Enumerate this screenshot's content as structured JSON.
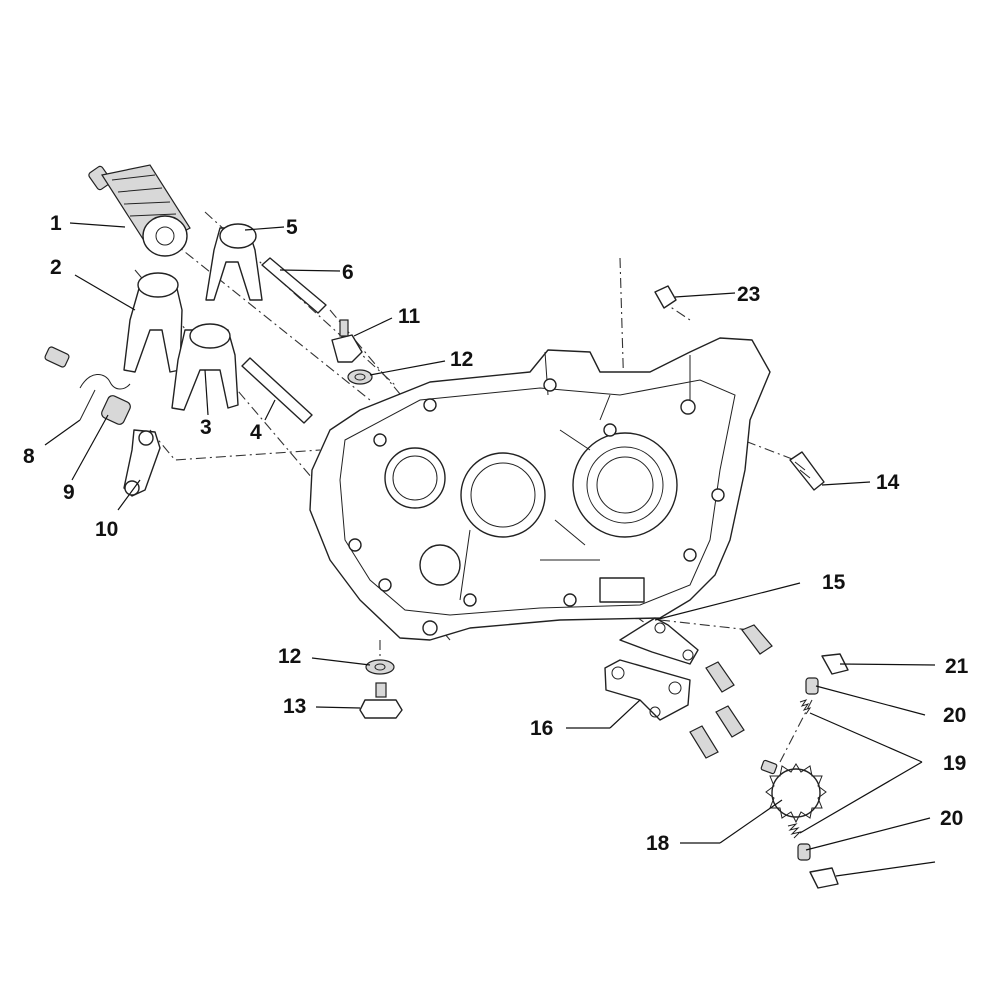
{
  "callouts": [
    {
      "id": "c1",
      "label": "1"
    },
    {
      "id": "c2",
      "label": "2"
    },
    {
      "id": "c3",
      "label": "3"
    },
    {
      "id": "c4",
      "label": "4"
    },
    {
      "id": "c5",
      "label": "5"
    },
    {
      "id": "c6",
      "label": "6"
    },
    {
      "id": "c8",
      "label": "8"
    },
    {
      "id": "c9",
      "label": "9"
    },
    {
      "id": "c10",
      "label": "10"
    },
    {
      "id": "c11",
      "label": "11"
    },
    {
      "id": "c12a",
      "label": "12"
    },
    {
      "id": "c12b",
      "label": "12"
    },
    {
      "id": "c13",
      "label": "13"
    },
    {
      "id": "c14",
      "label": "14"
    },
    {
      "id": "c15",
      "label": "15"
    },
    {
      "id": "c16",
      "label": "16"
    },
    {
      "id": "c18",
      "label": "18"
    },
    {
      "id": "c19",
      "label": "19"
    },
    {
      "id": "c20a",
      "label": "20"
    },
    {
      "id": "c20b",
      "label": "20"
    },
    {
      "id": "c21",
      "label": "21"
    },
    {
      "id": "c23",
      "label": "23"
    }
  ]
}
